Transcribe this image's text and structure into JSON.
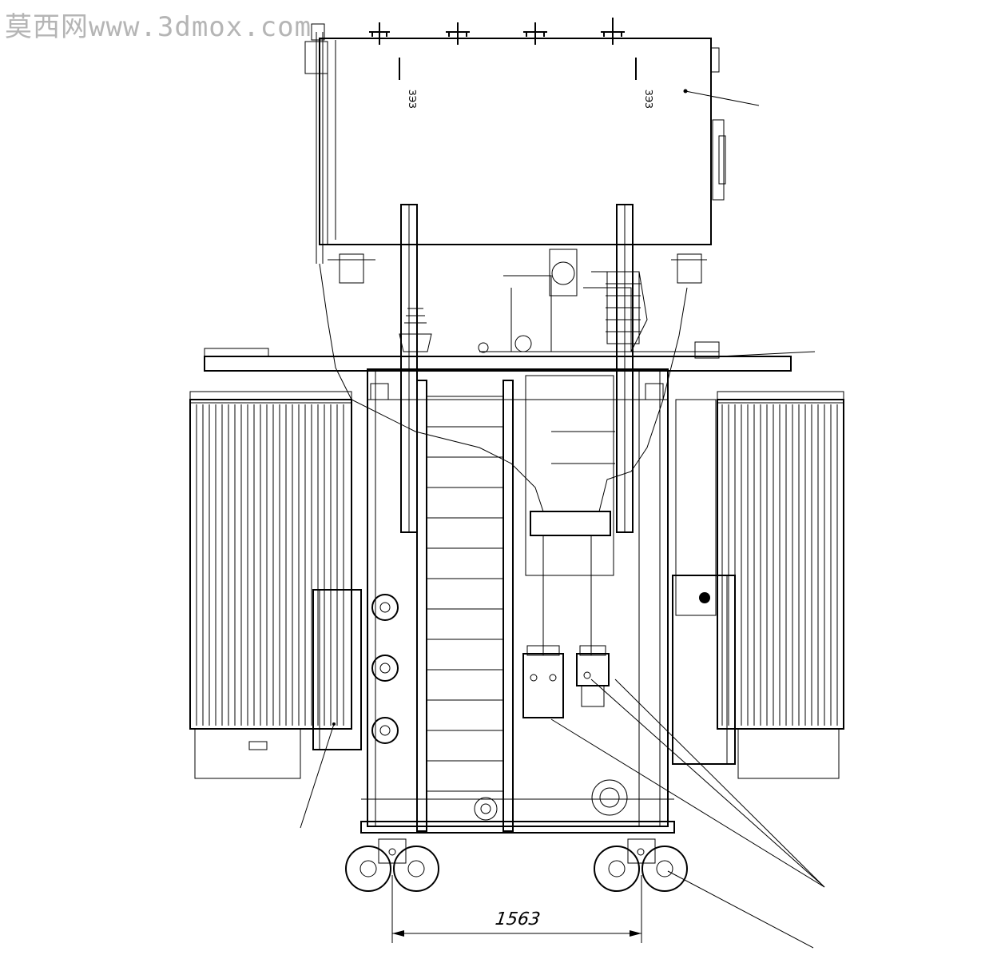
{
  "watermark": "莫西网www.3dmox.com",
  "tank_marking": "ЗЭЗ",
  "dimension": {
    "label": "1563"
  },
  "colors": {
    "line": "#000000",
    "background": "#ffffff",
    "watermark": "#8a8a8a"
  }
}
